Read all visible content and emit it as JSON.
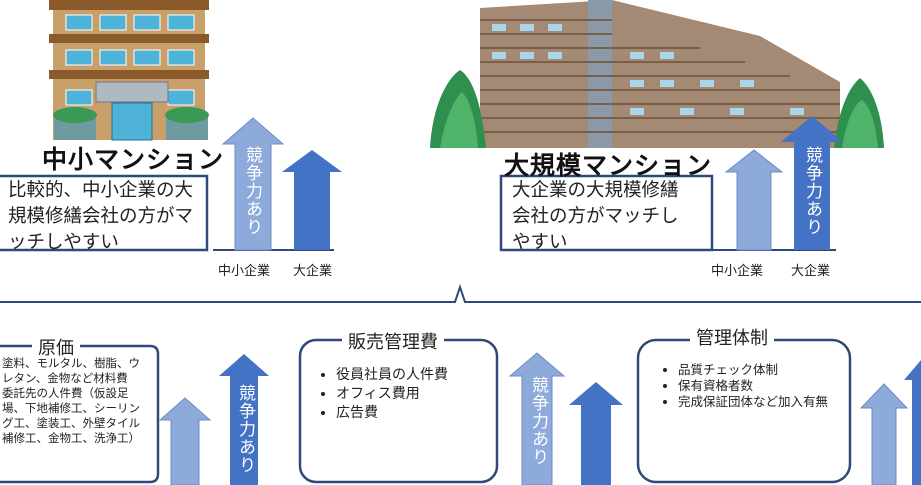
{
  "small_mansion": {
    "title": "中小マンション",
    "description": "比較的、中小企業の大規模修繕会社の方がマッチしやすい",
    "arrow_label": "競争力あり",
    "label_left": "中小企業",
    "label_right": "大企業"
  },
  "large_mansion": {
    "title": "大規模マンション",
    "description": "大企業の大規模修繕会社の方がマッチしやすい",
    "arrow_label": "競争力あり",
    "label_left": "中小企業",
    "label_right": "大企業"
  },
  "cost_box": {
    "heading": "原価",
    "items": [
      "塗料、モルタル、樹脂、ウレタン、金物など材料費",
      "委託先の人件費（仮設足場、下地補修工、シーリング工、塗装工、外壁タイル補修工、金物工、洗浄工）"
    ],
    "arrow_label": "競争力あり"
  },
  "sales_box": {
    "heading": "販売管理費",
    "items": [
      "役員社員の人件費",
      "オフィス費用",
      "広告費"
    ],
    "arrow_label": "競争力あり"
  },
  "management_box": {
    "heading": "管理体制",
    "items": [
      "品質チェック体制",
      "保有資格者数",
      "完成保証団体など加入有無"
    ]
  },
  "colors": {
    "arrow_light": "#8eaadb",
    "arrow_dark": "#4472c4",
    "border": "#2f4a7a",
    "building_tan": "#c9a06a",
    "building_brown": "#8b5a2b"
  }
}
